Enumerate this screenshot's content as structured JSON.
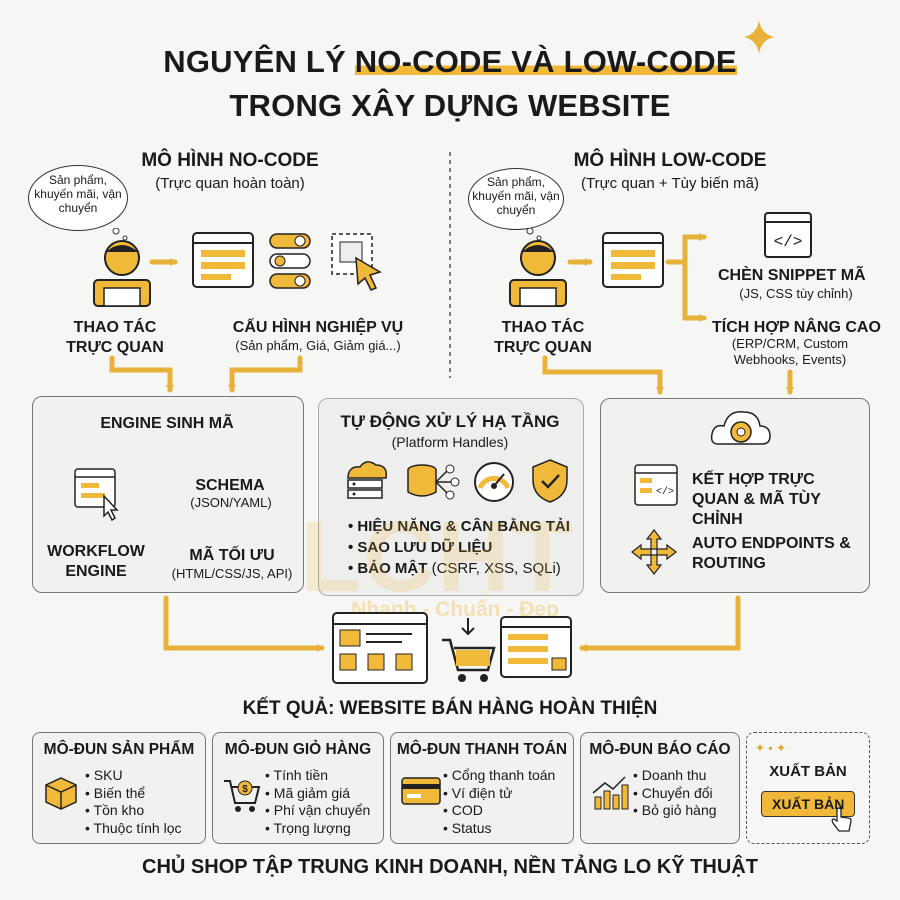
{
  "title": {
    "line1_pre": "NGUYÊN LÝ ",
    "line1_hl": "NO-CODE VÀ LOW-CODE",
    "line2": "TRONG XÂY DỰNG WEBSITE"
  },
  "nocode": {
    "heading": "MÔ HÌNH NO-CODE",
    "subheading": "(Trực quan hoàn toàn)",
    "thought": "Sản phẩm, khuyến mãi, vận chuyển",
    "action_label": "THAO TÁC TRỰC QUAN",
    "config_label": "CẤU HÌNH NGHIỆP VỤ",
    "config_sub": "(Sản phẩm, Giá, Giảm giá...)"
  },
  "lowcode": {
    "heading": "MÔ HÌNH LOW-CODE",
    "subheading": "(Trực quan + Tùy biến mã)",
    "thought": "Sản phẩm, khuyến mãi, vận chuyển",
    "action_label": "THAO TÁC TRỰC QUAN",
    "snippet_label": "CHÈN SNIPPET MÃ",
    "snippet_sub": "(JS, CSS tùy chỉnh)",
    "integration_label": "TÍCH HỢP NÂNG CAO",
    "integration_sub": "(ERP/CRM, Custom Webhooks, Events)"
  },
  "engine": {
    "heading": "ENGINE SINH MÃ",
    "schema": "SCHEMA",
    "schema_sub": "(JSON/YAML)",
    "workflow": "WORKFLOW ENGINE",
    "optimized": "MÃ TỐI ƯU",
    "optimized_sub": "(HTML/CSS/JS, API)"
  },
  "infra": {
    "heading": "TỰ ĐỘNG XỬ LÝ HẠ TẦNG",
    "sub": "(Platform Handles)",
    "items": [
      {
        "bold": "HIỆU NĂNG & CÂN BẰNG TẢI",
        "rest": ""
      },
      {
        "bold": "SAO LƯU DỮ LIỆU",
        "rest": ""
      },
      {
        "bold": "BẢO MẬT",
        "rest": " (CSRF, XSS, SQLi)"
      }
    ]
  },
  "hybrid": {
    "combine": "KẾT HỢP TRỰC QUAN & MÃ TÙY CHỈNH",
    "endpoints": "AUTO ENDPOINTS & ROUTING"
  },
  "watermark": {
    "text": "Nhanh - Chuẩn - Đẹp"
  },
  "result": {
    "heading": "KẾT QUẢ: WEBSITE BÁN HÀNG HOÀN THIỆN"
  },
  "modules": [
    {
      "title": "MÔ-ĐUN SẢN PHẨM",
      "items": [
        "SKU",
        "Biến thể",
        "Tồn kho",
        "Thuộc tính lọc"
      ]
    },
    {
      "title": "MÔ-ĐUN GIỎ HÀNG",
      "items": [
        "Tính tiền",
        "Mã giảm giá",
        "Phí vận chuyển",
        "Trọng lượng"
      ]
    },
    {
      "title": "MÔ-ĐUN THANH TOÁN",
      "items": [
        "Cổng thanh toán",
        "Ví điện tử",
        "COD",
        "Status"
      ]
    },
    {
      "title": "MÔ-ĐUN BÁO CÁO",
      "items": [
        "Doanh thu",
        "Chuyển đổi",
        "Bỏ giỏ hàng"
      ]
    }
  ],
  "publish": {
    "label": "XUẤT BẢN",
    "button": "XUẤT BẢN"
  },
  "footer": "CHỦ SHOP TẬP TRUNG KINH DOANH, NỀN TẢNG LO KỸ THUẬT",
  "colors": {
    "accent": "#f0b93a",
    "border": "#777777",
    "background": "#f6f6f5"
  }
}
